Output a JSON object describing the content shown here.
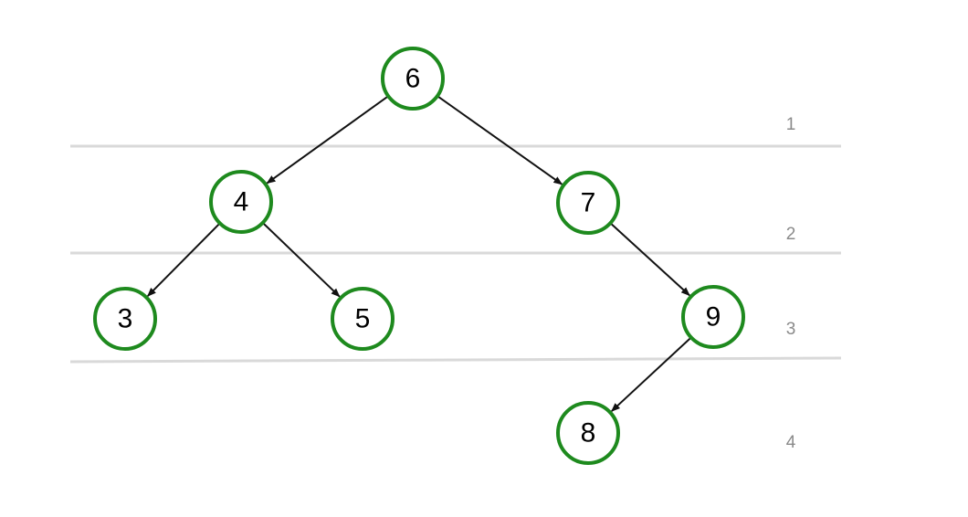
{
  "diagram": {
    "type": "binary-tree",
    "colors": {
      "node_border": "#1e8a1e",
      "separator": "#d9d9d9",
      "edge": "#111111",
      "level_text": "#8a8a8a"
    },
    "nodes": [
      {
        "id": "n6",
        "label": "6",
        "level": 1
      },
      {
        "id": "n4",
        "label": "4",
        "level": 2
      },
      {
        "id": "n7",
        "label": "7",
        "level": 2
      },
      {
        "id": "n3",
        "label": "3",
        "level": 3
      },
      {
        "id": "n5",
        "label": "5",
        "level": 3
      },
      {
        "id": "n9",
        "label": "9",
        "level": 3
      },
      {
        "id": "n8",
        "label": "8",
        "level": 4
      }
    ],
    "edges": [
      {
        "from": "n6",
        "to": "n4"
      },
      {
        "from": "n6",
        "to": "n7"
      },
      {
        "from": "n4",
        "to": "n3"
      },
      {
        "from": "n4",
        "to": "n5"
      },
      {
        "from": "n7",
        "to": "n9"
      },
      {
        "from": "n9",
        "to": "n8"
      }
    ],
    "levels": [
      "1",
      "2",
      "3",
      "4"
    ]
  }
}
